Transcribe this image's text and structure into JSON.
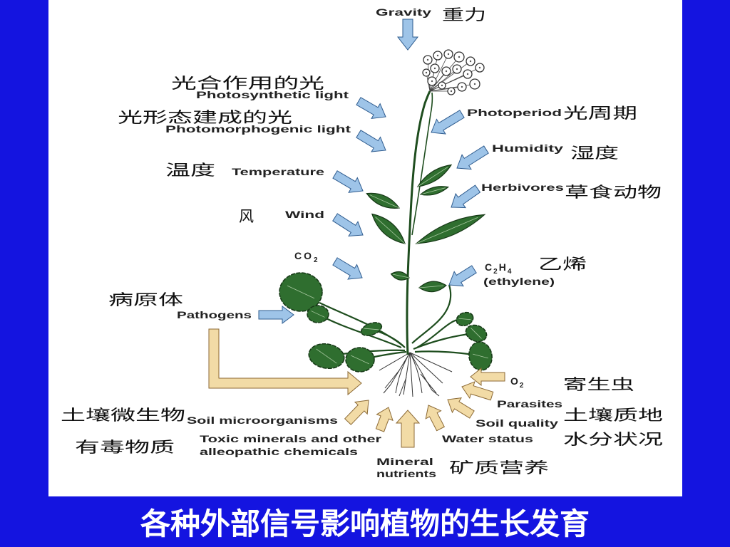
{
  "slide": {
    "background_color": "#1414e0",
    "panel_color": "#ffffff",
    "caption": "各种外部信号影响植物的生长发育",
    "caption_color": "#ffffff"
  },
  "diagram": {
    "colors": {
      "aerial_arrow_fill": "#9ec4e8",
      "aerial_arrow_stroke": "#2f5c8f",
      "soil_arrow_fill": "#f2dba6",
      "soil_arrow_stroke": "#8c6a36",
      "leaf_fill": "#2f6e2f",
      "leaf_stroke": "#163816"
    },
    "aerial_signals": {
      "gravity": {
        "en": "Gravity",
        "zh": "重力"
      },
      "photosynthetic_light": {
        "en": "Photosynthetic light",
        "zh": "光合作用的光"
      },
      "photomorphogenic_light": {
        "en": "Photomorphogenic light",
        "zh": "光形态建成的光"
      },
      "temperature": {
        "en": "Temperature",
        "zh": "温度"
      },
      "wind": {
        "en": "Wind",
        "zh": "风"
      },
      "co2": {
        "en_main": "CO",
        "en_sub": "2"
      },
      "pathogens": {
        "en": "Pathogens",
        "zh": "病原体"
      },
      "photoperiod": {
        "en": "Photoperiod",
        "zh": "光周期"
      },
      "humidity": {
        "en": "Humidity",
        "zh": "湿度"
      },
      "herbivores": {
        "en": "Herbivores",
        "zh": "草食动物"
      },
      "ethylene": {
        "formula_parts": [
          "C",
          "2",
          "H",
          "4"
        ],
        "en": "(ethylene)",
        "zh": "乙烯"
      }
    },
    "soil_signals": {
      "o2": {
        "en_main": "O",
        "en_sub": "2"
      },
      "parasites": {
        "en": "Parasites",
        "zh": "寄生虫"
      },
      "soil_quality": {
        "en": "Soil quality",
        "zh": "土壤质地"
      },
      "water_status": {
        "en": "Water status",
        "zh": "水分状况"
      },
      "mineral_nutrients": {
        "en_line1": "Mineral",
        "en_line2": "nutrients",
        "zh": "矿质营养"
      },
      "soil_microorganisms": {
        "en": "Soil microorganisms",
        "zh": "土壤微生物"
      },
      "toxic_chemicals": {
        "en_line1": "Toxic minerals and other",
        "en_line2": "alleopathic chemicals",
        "zh": "有毒物质"
      }
    }
  }
}
